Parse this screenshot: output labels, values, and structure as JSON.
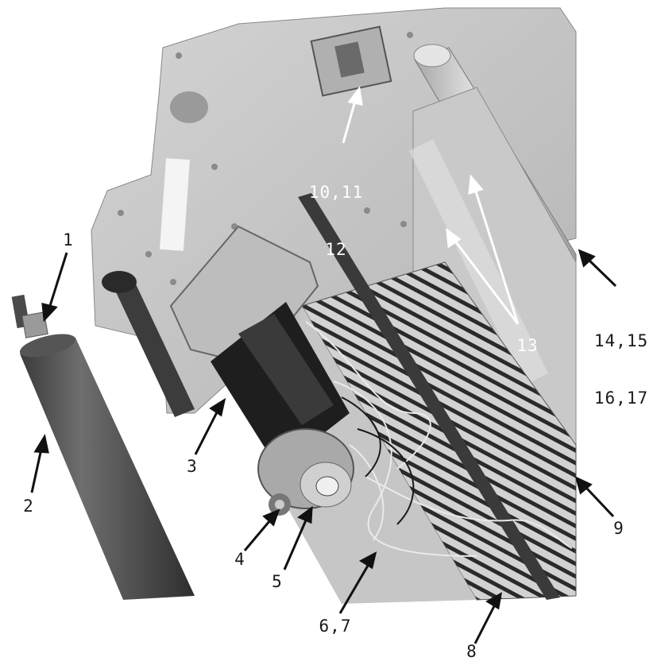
{
  "figure": {
    "background": "#ffffff",
    "photo_tones": {
      "panel": "#c8c8c8",
      "panel_shadow": "#9a9a9a",
      "roller": "#555555",
      "motor": "#1e1e1e",
      "grille": "#2a2a2a",
      "tube": "#d6d6d6"
    }
  },
  "callouts": [
    {
      "id": "c1",
      "text": "1",
      "color": "dark"
    },
    {
      "id": "c2",
      "text": "2",
      "color": "dark"
    },
    {
      "id": "c3",
      "text": "3",
      "color": "dark"
    },
    {
      "id": "c4",
      "text": "4",
      "color": "dark"
    },
    {
      "id": "c5",
      "text": "5",
      "color": "dark"
    },
    {
      "id": "c67",
      "text": "6,7",
      "color": "dark"
    },
    {
      "id": "c8",
      "text": "8",
      "color": "dark"
    },
    {
      "id": "c9",
      "text": "9",
      "color": "dark"
    },
    {
      "id": "c10",
      "line1": "10,11",
      "line2": "12",
      "color": "light"
    },
    {
      "id": "c13",
      "text": "13",
      "color": "light"
    },
    {
      "id": "c14",
      "line1": "14,15",
      "line2": "16,17",
      "color": "dark"
    }
  ]
}
